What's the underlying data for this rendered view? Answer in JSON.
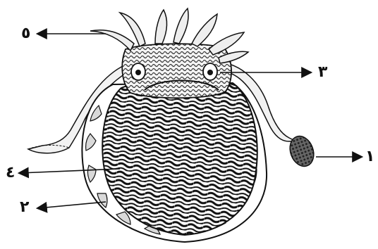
{
  "labels": {
    "tentacle_club": "١",
    "fin": "٢",
    "eye": "٣",
    "mantle": "٤",
    "arms": "٥"
  },
  "colors": {
    "ink": "#111111",
    "paper": "#ffffff",
    "shade": "#d9d9d9"
  }
}
